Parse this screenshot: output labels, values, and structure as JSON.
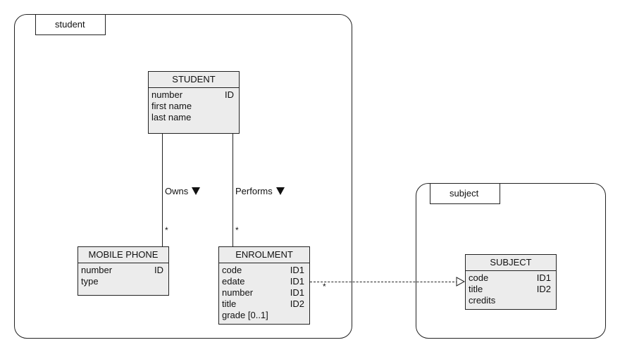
{
  "packages": {
    "student": {
      "label": "student"
    },
    "subject": {
      "label": "subject"
    }
  },
  "classes": {
    "student": {
      "title": "STUDENT",
      "attributes": [
        {
          "name": "number",
          "tag": "ID"
        },
        {
          "name": "first name",
          "tag": ""
        },
        {
          "name": "last name",
          "tag": ""
        }
      ]
    },
    "mobile_phone": {
      "title": "MOBILE PHONE",
      "attributes": [
        {
          "name": "number",
          "tag": "ID"
        },
        {
          "name": "type",
          "tag": ""
        }
      ]
    },
    "enrolment": {
      "title": "ENROLMENT",
      "attributes": [
        {
          "name": "code",
          "tag": "ID1"
        },
        {
          "name": "edate",
          "tag": "ID1"
        },
        {
          "name": "number",
          "tag": "ID1"
        },
        {
          "name": "title",
          "tag": "ID2"
        },
        {
          "name": "grade [0..1]",
          "tag": ""
        }
      ]
    },
    "subject": {
      "title": "SUBJECT",
      "attributes": [
        {
          "name": "code",
          "tag": "ID1"
        },
        {
          "name": "title",
          "tag": "ID2"
        },
        {
          "name": "credits",
          "tag": ""
        }
      ]
    }
  },
  "associations": {
    "owns": {
      "label": "Owns",
      "multiplicity": "*"
    },
    "performs": {
      "label": "Performs",
      "multiplicity": "*"
    },
    "enrolment_subject": {
      "multiplicity": "*"
    }
  }
}
